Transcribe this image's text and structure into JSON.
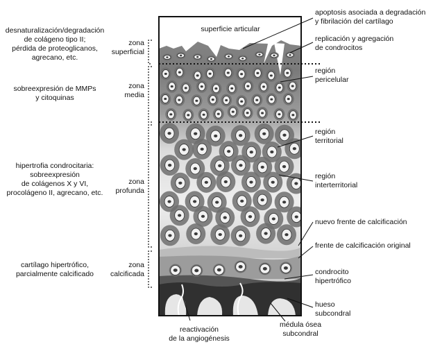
{
  "title": "superficie articular",
  "zones": {
    "superficial": "zona\nsuperficial",
    "media": "zona\nmedia",
    "profunda": "zona\nprofunda",
    "calcificada": "zona\ncalcificada"
  },
  "left_notes": {
    "superficial": "desnaturalización/degradación\nde colágeno tipo II;\npérdida de proteoglicanos,\nagrecano, etc.",
    "media": "sobreexpresión de MMPs\ny citoquinas",
    "profunda": "hipertrofia condrocitaria:\nsobreexpresión\nde colágenos X y VI,\nprocolágeno II, agrecano, etc.",
    "calcificada": "cartílago hipertrófico,\nparcialmente calcificado"
  },
  "right_labels": {
    "apoptosis": "apoptosis asociada a degradación\ny fibrilación del cartílago",
    "replicacion": "replicación y agregación\nde condrocitos",
    "pericelular": "región\npericelular",
    "territorial": "región\nterritorial",
    "interterritorial": "región\ninterterritorial",
    "nuevo_frente": "nuevo frente de calcificación",
    "frente_original": "frente de calcificación original",
    "condrocito": "condrocito\nhipertrófico",
    "hueso": "hueso\nsubcondral"
  },
  "bottom_labels": {
    "angiogenesis": "reactivación\nde la angiogénesis",
    "medula": "médula ósea\nsubcondral"
  },
  "colors": {
    "cell_fill": "#8a8a8a",
    "nucleus": "#3a3a3a",
    "matrix_dark": "#7b7b7b",
    "matrix_mid": "#a8a8a8",
    "matrix_light": "#e2e2e2",
    "bone": "#303030"
  }
}
